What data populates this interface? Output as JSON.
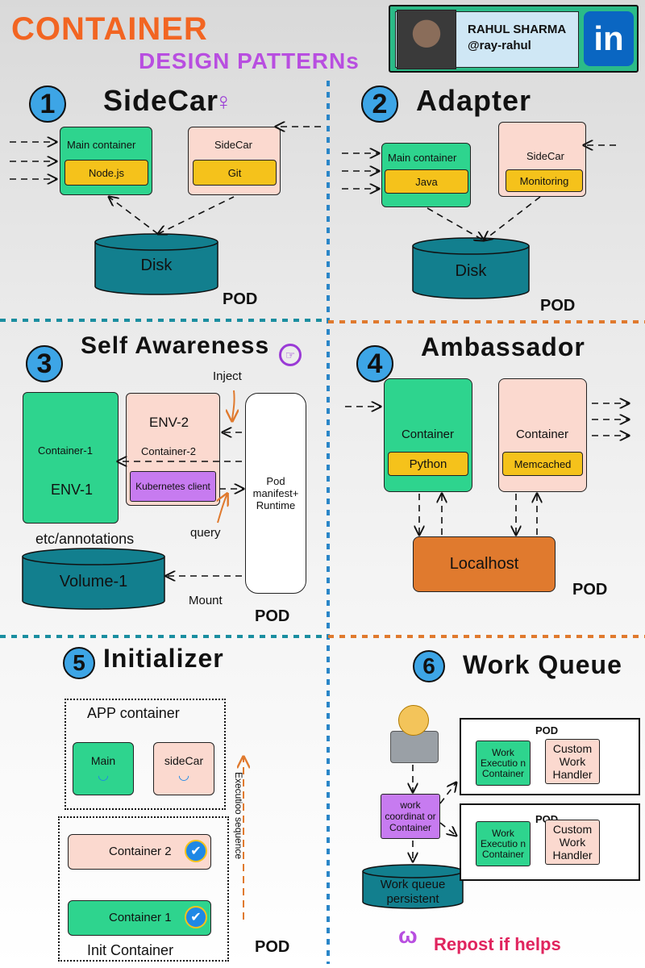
{
  "header": {
    "title": "CONTAINER",
    "subtitle": "DESIGN PATTERNs",
    "author_name": "RAHUL SHARMA",
    "author_handle": "@ray-rahul",
    "linkedin_logo": "in"
  },
  "sections": {
    "s1": {
      "number": "1",
      "title": "SideCar",
      "main_label": "Main container",
      "main_tech": "Node.js",
      "side_label": "SideCar",
      "side_tech": "Git",
      "disk": "Disk",
      "pod": "POD"
    },
    "s2": {
      "number": "2",
      "title": "Adapter",
      "main_label": "Main container",
      "main_tech": "Java",
      "side_label": "SideCar",
      "side_tech": "Monitoring",
      "disk": "Disk",
      "pod": "POD"
    },
    "s3": {
      "number": "3",
      "title": "Self Awareness",
      "inject": "Inject",
      "c1_label": "Container-1",
      "c1_env": "ENV-1",
      "c2_env": "ENV-2",
      "c2_label": "Container-2",
      "k8s_client": "Kubernetes client",
      "pod_manifest": "Pod manifest+ Runtime",
      "query": "query",
      "annotations": "etc/annotations",
      "volume": "Volume-1",
      "mount": "Mount",
      "pod": "POD"
    },
    "s4": {
      "number": "4",
      "title": "Ambassador",
      "c1_label": "Container",
      "c1_tech": "Python",
      "c2_label": "Container",
      "c2_tech": "Memcached",
      "localhost": "Localhost",
      "pod": "POD"
    },
    "s5": {
      "number": "5",
      "title": "Initializer",
      "app_container": "APP container",
      "main": "Main",
      "sidecar": "sideCar",
      "container2": "Container 2",
      "container1": "Container 1",
      "init_container": "Init Container",
      "exec_seq": "Executioo sequence",
      "pod": "POD"
    },
    "s6": {
      "number": "6",
      "title": "Work Queue",
      "coordinator": "work coordinat or Container",
      "pod1": "POD",
      "pod2": "POD",
      "exec": "Work Executio n Container",
      "handler": "Custom Work Handler",
      "queue": "Work queue persistent",
      "repost": "Repost if helps"
    }
  },
  "colors": {
    "green": "#2ed48e",
    "pink": "#fbd9cf",
    "yellow": "#f5c21b",
    "teal": "#127f8e",
    "orange": "#e07a2e",
    "purple": "#c77bf0",
    "blue_num": "#3da5e6",
    "title_orange": "#f26522",
    "subtitle_purple": "#b84ee0"
  }
}
